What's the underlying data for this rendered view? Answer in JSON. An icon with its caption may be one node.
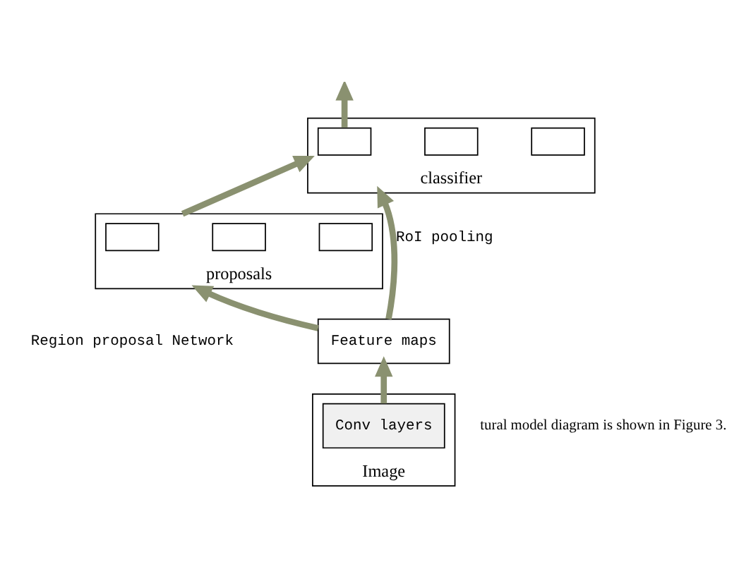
{
  "diagram": {
    "nodes": [
      {
        "text": [
          "classifier"
        ]
      },
      {
        "text": [],
        "shape": "box",
        "in": 0
      },
      {
        "text": [],
        "shape": "box",
        "in": 0
      },
      {
        "text": [],
        "shape": "box",
        "in": 0
      },
      {
        "text": [
          "proposals"
        ],
        "beside": [
          "Region proposal Network"
        ]
      },
      {
        "text": [],
        "shape": "box",
        "in": 4
      },
      {
        "text": [],
        "shape": "box",
        "in": 4
      },
      {
        "text": [],
        "shape": "box",
        "in": 4
      },
      {
        "text": [
          "Feature maps"
        ]
      },
      {
        "text": [
          "Image"
        ]
      },
      {
        "text": [
          "Conv layers"
        ],
        "in": 9
      }
    ],
    "edges": [
      {
        "from": 10,
        "to": 8,
        "arrow": "to"
      },
      {
        "from": 8,
        "to": 4,
        "arrow": "to"
      },
      {
        "from": 4,
        "to": 0,
        "arrow": "to"
      },
      {
        "from": 8,
        "to": 0,
        "label": "RoI pooling",
        "arrow": "to"
      },
      {
        "from": 1,
        "to": null,
        "arrow": "to"
      }
    ],
    "labels": [
      "tural model diagram is shown in Figure 3."
    ]
  }
}
